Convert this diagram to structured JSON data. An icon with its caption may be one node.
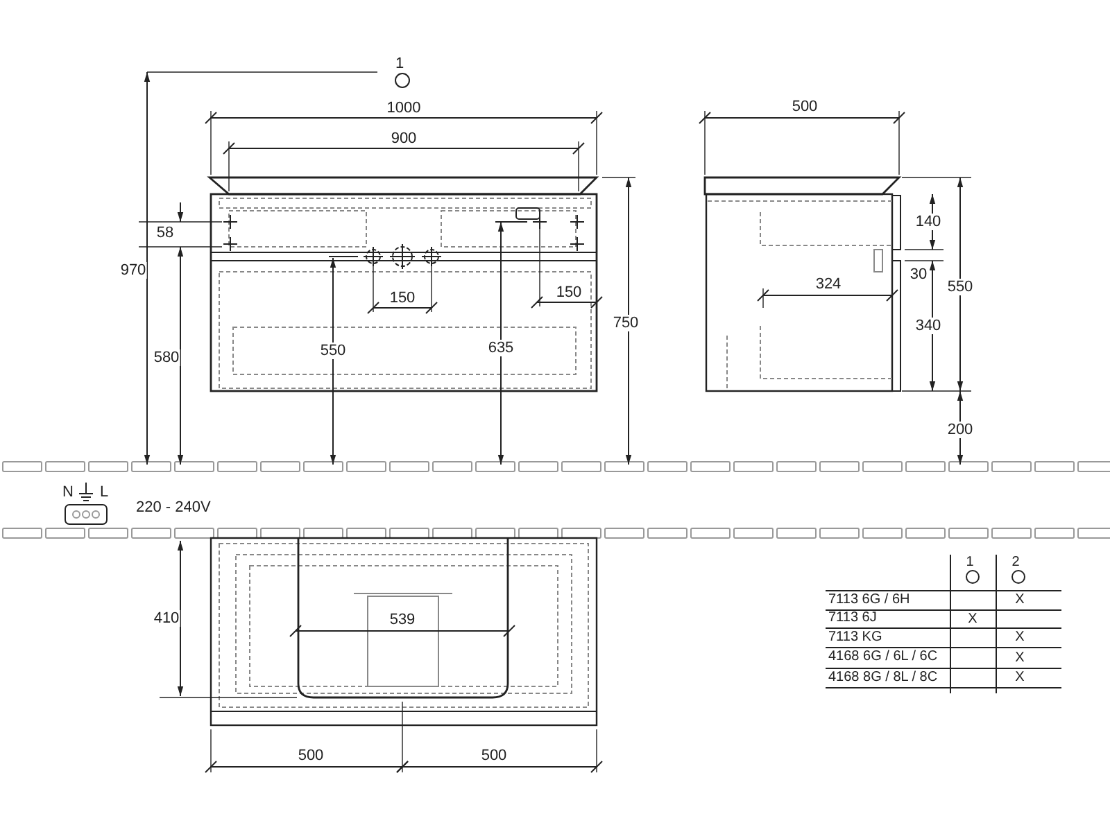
{
  "diagram": {
    "labels": [
      "1",
      "1000",
      "900",
      "58",
      "970",
      "580",
      "550",
      "635",
      "150",
      "150",
      "750",
      "500",
      "140",
      "324",
      "30",
      "550",
      "340",
      "200",
      "N",
      "L",
      "220 - 240V",
      "410",
      "539",
      "500",
      "500",
      "1",
      "2",
      "7113 6G / 6H",
      "X",
      "7113 6J",
      "X",
      "7113 KG",
      "X",
      "4168 6G / 6L / 6C",
      "X",
      "4168 8G / 8L / 8C",
      "X"
    ]
  }
}
